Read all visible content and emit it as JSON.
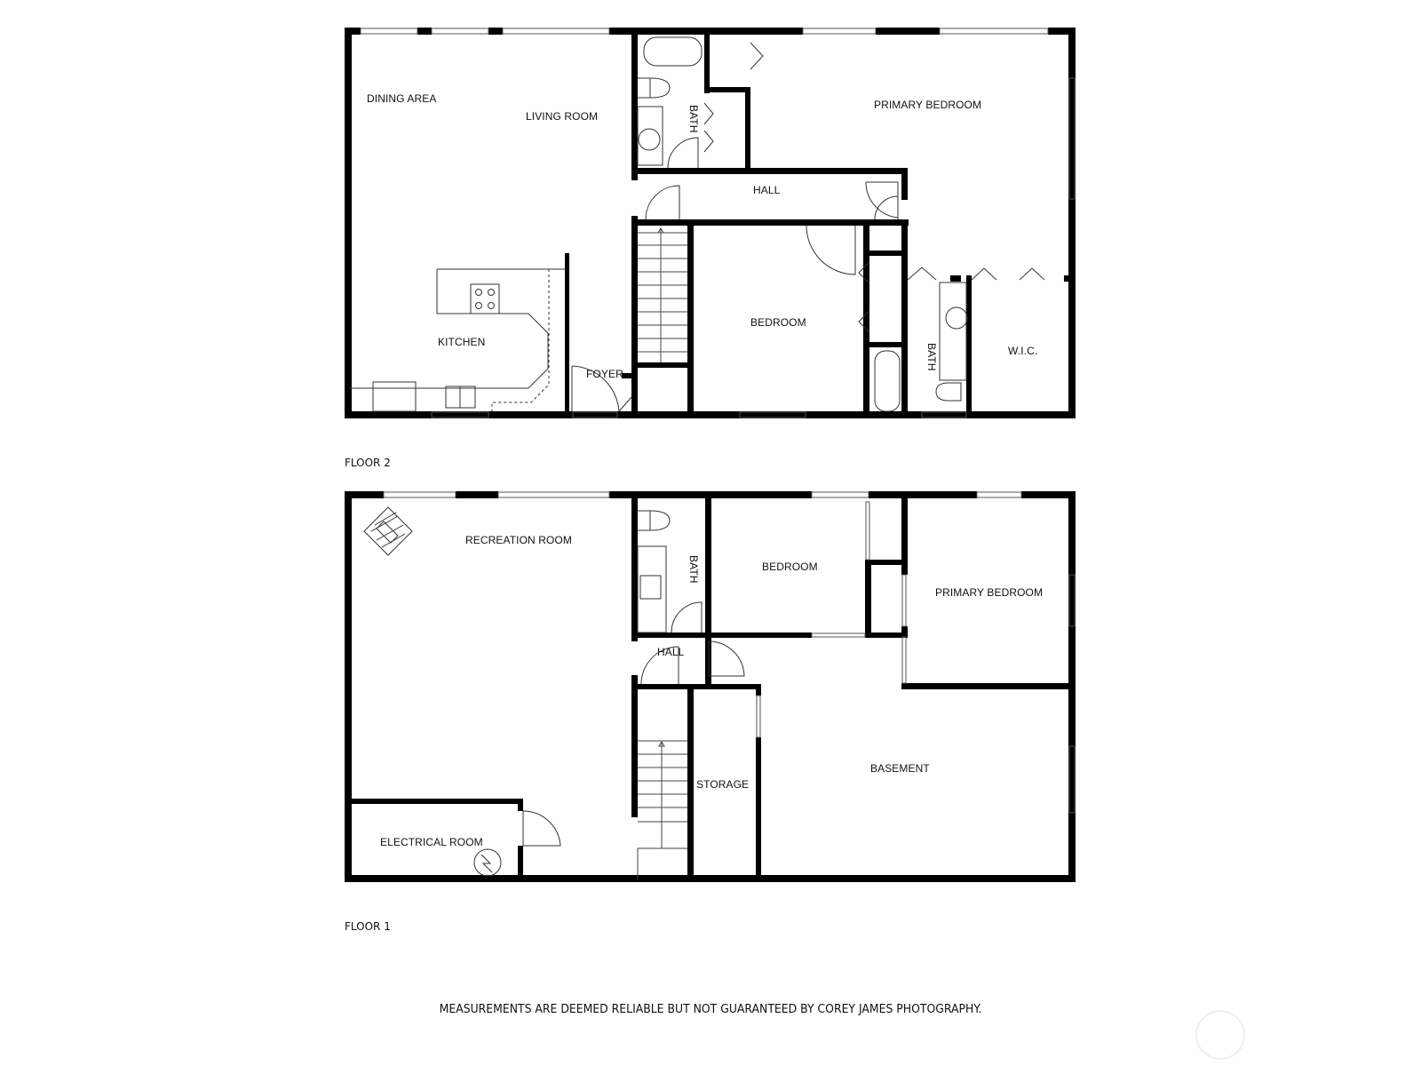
{
  "floor2": {
    "label": "FLOOR 2",
    "rooms": [
      {
        "name": "DINING AREA"
      },
      {
        "name": "LIVING ROOM"
      },
      {
        "name": "KITCHEN"
      },
      {
        "name": "FOYER"
      },
      {
        "name": "BATH"
      },
      {
        "name": "HALL"
      },
      {
        "name": "PRIMARY BEDROOM"
      },
      {
        "name": "BEDROOM"
      },
      {
        "name": "BATH"
      },
      {
        "name": "W.I.C."
      }
    ]
  },
  "floor1": {
    "label": "FLOOR 1",
    "rooms": [
      {
        "name": "RECREATION ROOM"
      },
      {
        "name": "BATH"
      },
      {
        "name": "HALL"
      },
      {
        "name": "BEDROOM"
      },
      {
        "name": "PRIMARY BEDROOM"
      },
      {
        "name": "STORAGE"
      },
      {
        "name": "BASEMENT"
      },
      {
        "name": "ELECTRICAL ROOM"
      }
    ]
  },
  "footer": {
    "disclaimer": "MEASUREMENTS ARE DEEMED RELIABLE BUT NOT GUARANTEED BY COREY JAMES PHOTOGRAPHY."
  },
  "icons": {
    "stove": "stove-icon",
    "stairs": "stairs-icon",
    "fireplace": "fireplace-icon",
    "electrical_panel": "electrical-panel-icon",
    "watermark": "watermark-logo"
  }
}
